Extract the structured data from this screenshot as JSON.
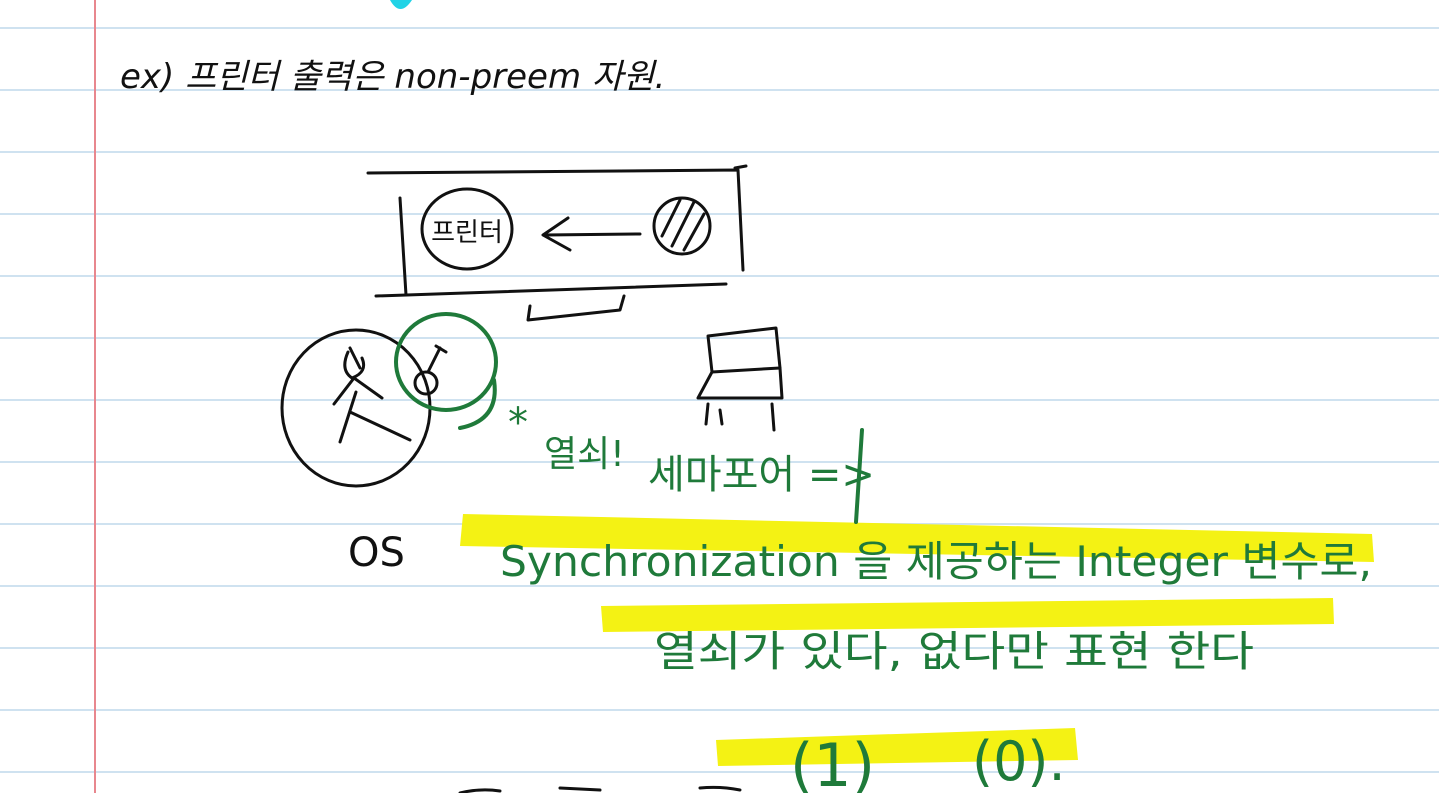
{
  "note": {
    "heading": "ex) 프린터 출력은 non-preem 자원.",
    "printer_label": "프린터",
    "os_label": "OS",
    "marker": "*",
    "lock_label": "열쇠!",
    "semaphore_label": "세마포어 =>",
    "definition_line1": "Synchronization 을 제공하는 Integer 변수로,",
    "definition_line2": "열쇠가 있다, 없다만 표현 한다",
    "value_one": "(1)",
    "value_zero": "(0).",
    "colors": {
      "ink": "#111111",
      "green_ink": "#1f7a3a",
      "highlight": "#f4f214",
      "ruled_line": "#cfe2f0",
      "margin_line": "#e8878e",
      "top_mark": "#22d3e6"
    },
    "icons": [
      "printer-circle",
      "arrow-left-icon",
      "hatched-circle-icon",
      "monitor-icon",
      "person-icon",
      "key-icon",
      "chair-icon"
    ]
  }
}
